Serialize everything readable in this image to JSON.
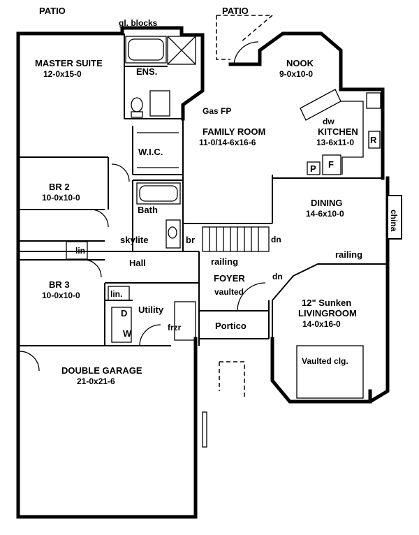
{
  "labels": {
    "patio_left": "PATIO",
    "patio_top": "PATIO",
    "glass_blocks": "gl. blocks",
    "master_suite": "MASTER SUITE",
    "master_suite_dim": "12-0x15-0",
    "ensuite": "ENS.",
    "gas_fp": "Gas FP",
    "nook": "NOOK",
    "nook_dim": "9-0x10-0",
    "dw": "dw",
    "family_room": "FAMILY ROOM",
    "family_room_dim": "11-0/14-6x16-6",
    "kitchen": "KITCHEN",
    "kitchen_dim": "13-6x11-0",
    "r": "R",
    "p": "P",
    "f": "F",
    "wic": "W.I.C.",
    "br2": "BR 2",
    "br2_dim": "10-0x10-0",
    "bath": "Bath",
    "skylite": "skylite",
    "br": "br",
    "dn_stair": "dn",
    "dining": "DINING",
    "dining_dim": "14-6x10-0",
    "china": "china",
    "lin1": "lin",
    "hall": "Hall",
    "railing1": "railing",
    "railing2": "railing",
    "dn_living": "dn",
    "br3": "BR 3",
    "br3_dim": "10-0x10-0",
    "lin2": "lin.",
    "foyer": "FOYER",
    "vaulted": "vaulted",
    "utility": "Utility",
    "d": "D",
    "w": "W",
    "frzr": "frzr",
    "sunken": "12\" Sunken",
    "livingroom": "LIVINGROOM",
    "livingroom_dim": "14-0x16-0",
    "portico": "Portico",
    "vaulted_clg": "Vaulted clg.",
    "double_garage": "DOUBLE GARAGE",
    "double_garage_dim": "21-0x21-6"
  }
}
